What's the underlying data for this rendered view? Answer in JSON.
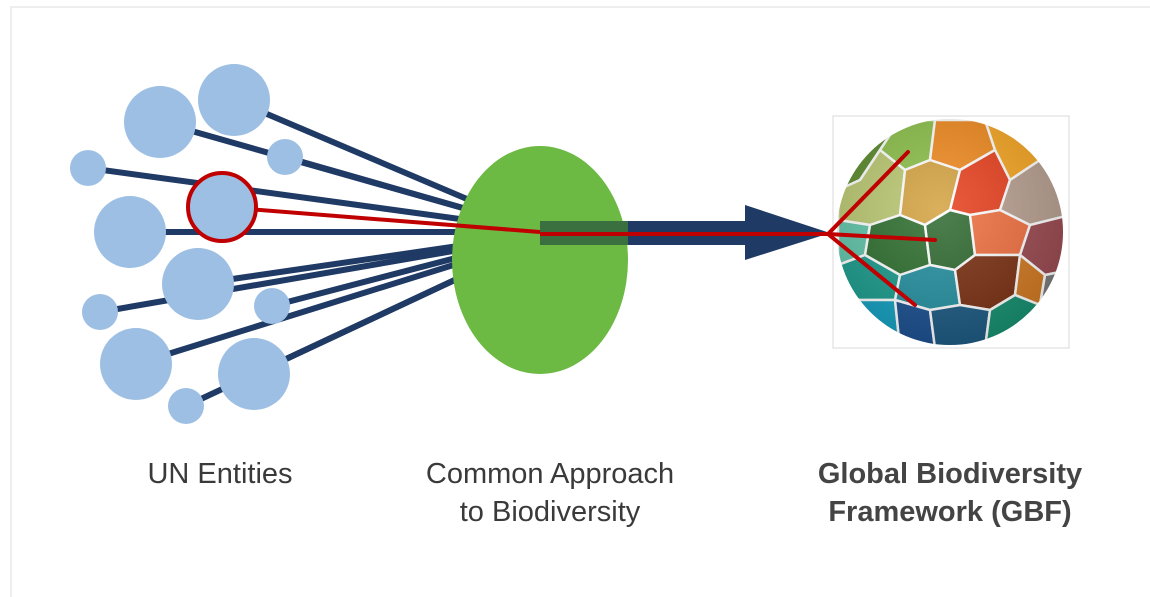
{
  "labels": {
    "un_entities": "UN Entities",
    "common_approach": "Common Approach\nto Biodiversity",
    "gbf": "Global Biodiversity\nFramework (GBF)"
  },
  "colors": {
    "circle_fill": "#9dbfe3",
    "line": "#1f3a64",
    "highlight": "#c00000",
    "ellipse": "#6cb944",
    "arrow": "#1f3a64"
  }
}
